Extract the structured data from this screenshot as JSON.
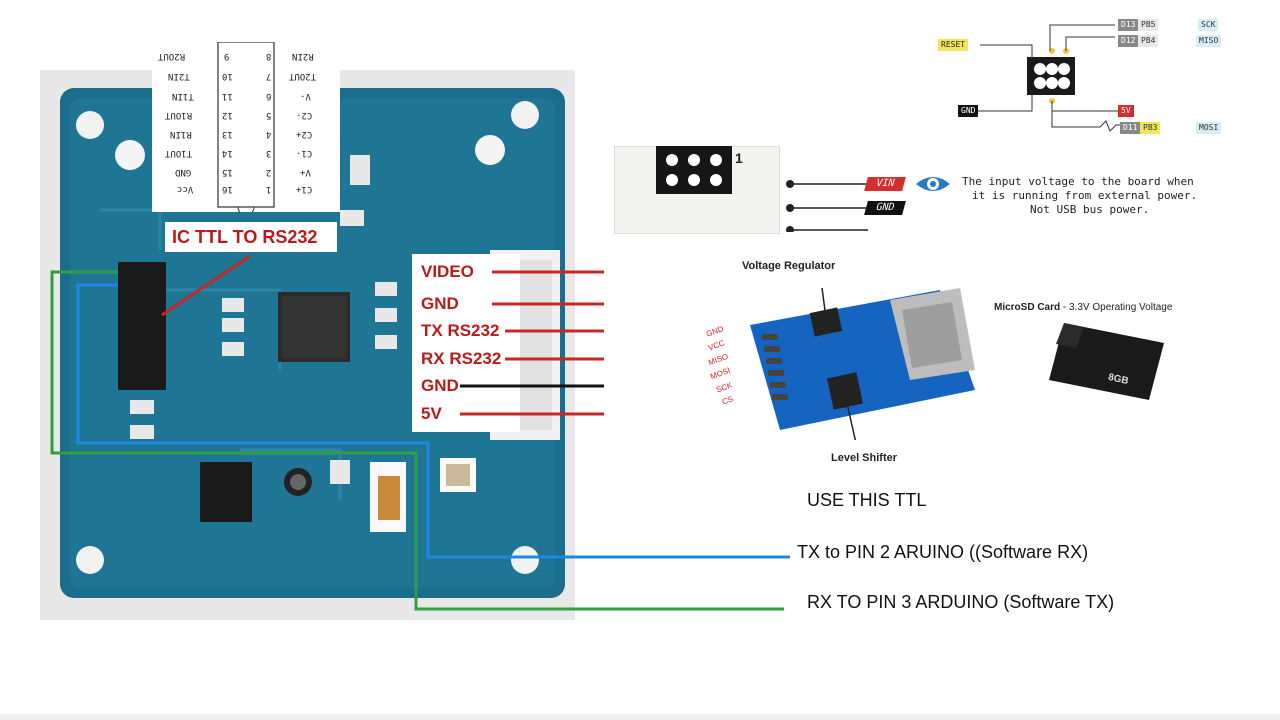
{
  "title": "",
  "connector_labels": [
    "VIDEO",
    "GND",
    "TX RS232",
    "RX RS232",
    "GND",
    "5V"
  ],
  "wire_colors": {
    "red": "#c62828",
    "black": "#111111",
    "blue": "#1e88e5",
    "green": "#2ea043"
  },
  "ic_label": "IC TTL TO RS232",
  "ic_pinout": {
    "left": [
      "R2OUT",
      "T2IN",
      "T1IN",
      "R1OUT",
      "R1IN",
      "T1OUT",
      "GND",
      "Vcc"
    ],
    "left_nums": [
      "9",
      "10",
      "11",
      "12",
      "13",
      "14",
      "15",
      "16"
    ],
    "right": [
      "R2IN",
      "T2OUT",
      "V-",
      "C2-",
      "C2+",
      "C1-",
      "V+",
      "C1+"
    ],
    "right_nums": [
      "8",
      "7",
      "6",
      "5",
      "4",
      "3",
      "2",
      "1"
    ]
  },
  "usage": {
    "use_ttl": "USE THIS TTL",
    "tx_line": "TX to PIN 2 ARUINO ((Software RX)",
    "rx_line": "RX TO PIN 3 ARDUINO (Software TX)"
  },
  "icsp": {
    "vin_label": "VIN",
    "gnd_label": "GND",
    "vin_note_1": "The input voltage to the board when",
    "vin_note_2": "it is running from external power.",
    "vin_note_3": "Not USB bus power.",
    "v5": "5V",
    "tags_top": [
      "D13",
      "PB5",
      "SCK"
    ],
    "tags_mid": [
      "D12",
      "PB4",
      "MISO"
    ],
    "tags_bot": [
      "D11",
      "PB3",
      "MOSI"
    ],
    "reset": "RESET",
    "gnd_small": "GND",
    "pin_one": "1"
  },
  "sd_module": {
    "voltage_regulator": "Voltage Regulator",
    "microsd_card_bold": "MicroSD Card",
    "microsd_card_rest": " - 3.3V Operating Voltage",
    "level_shifter": "Level Shifter",
    "pins": [
      "GND",
      "VCC",
      "MISO",
      "MOSI",
      "SCK",
      "CS"
    ],
    "card_text": "8GB"
  }
}
